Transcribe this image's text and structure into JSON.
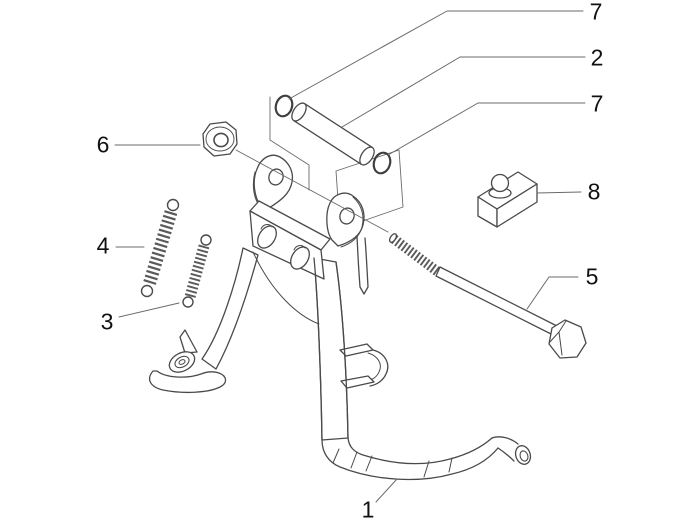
{
  "diagram": {
    "type": "exploded-parts-diagram",
    "subject": "Scooter center stand assembly",
    "background_color": "#ffffff",
    "line_color": "#4a4a4a",
    "annotation_line_color": "#6a6a6a",
    "label_color": "#111111",
    "callouts": [
      {
        "label": "7",
        "part": "snap-ring-upper"
      },
      {
        "label": "2",
        "part": "pivot-pin"
      },
      {
        "label": "7",
        "part": "snap-ring-lower"
      },
      {
        "label": "8",
        "part": "rubber-buffer"
      },
      {
        "label": "5",
        "part": "hex-bolt"
      },
      {
        "label": "6",
        "part": "hex-nut"
      },
      {
        "label": "4",
        "part": "outer-return-spring"
      },
      {
        "label": "3",
        "part": "inner-return-spring"
      },
      {
        "label": "1",
        "part": "central-stand"
      }
    ]
  }
}
